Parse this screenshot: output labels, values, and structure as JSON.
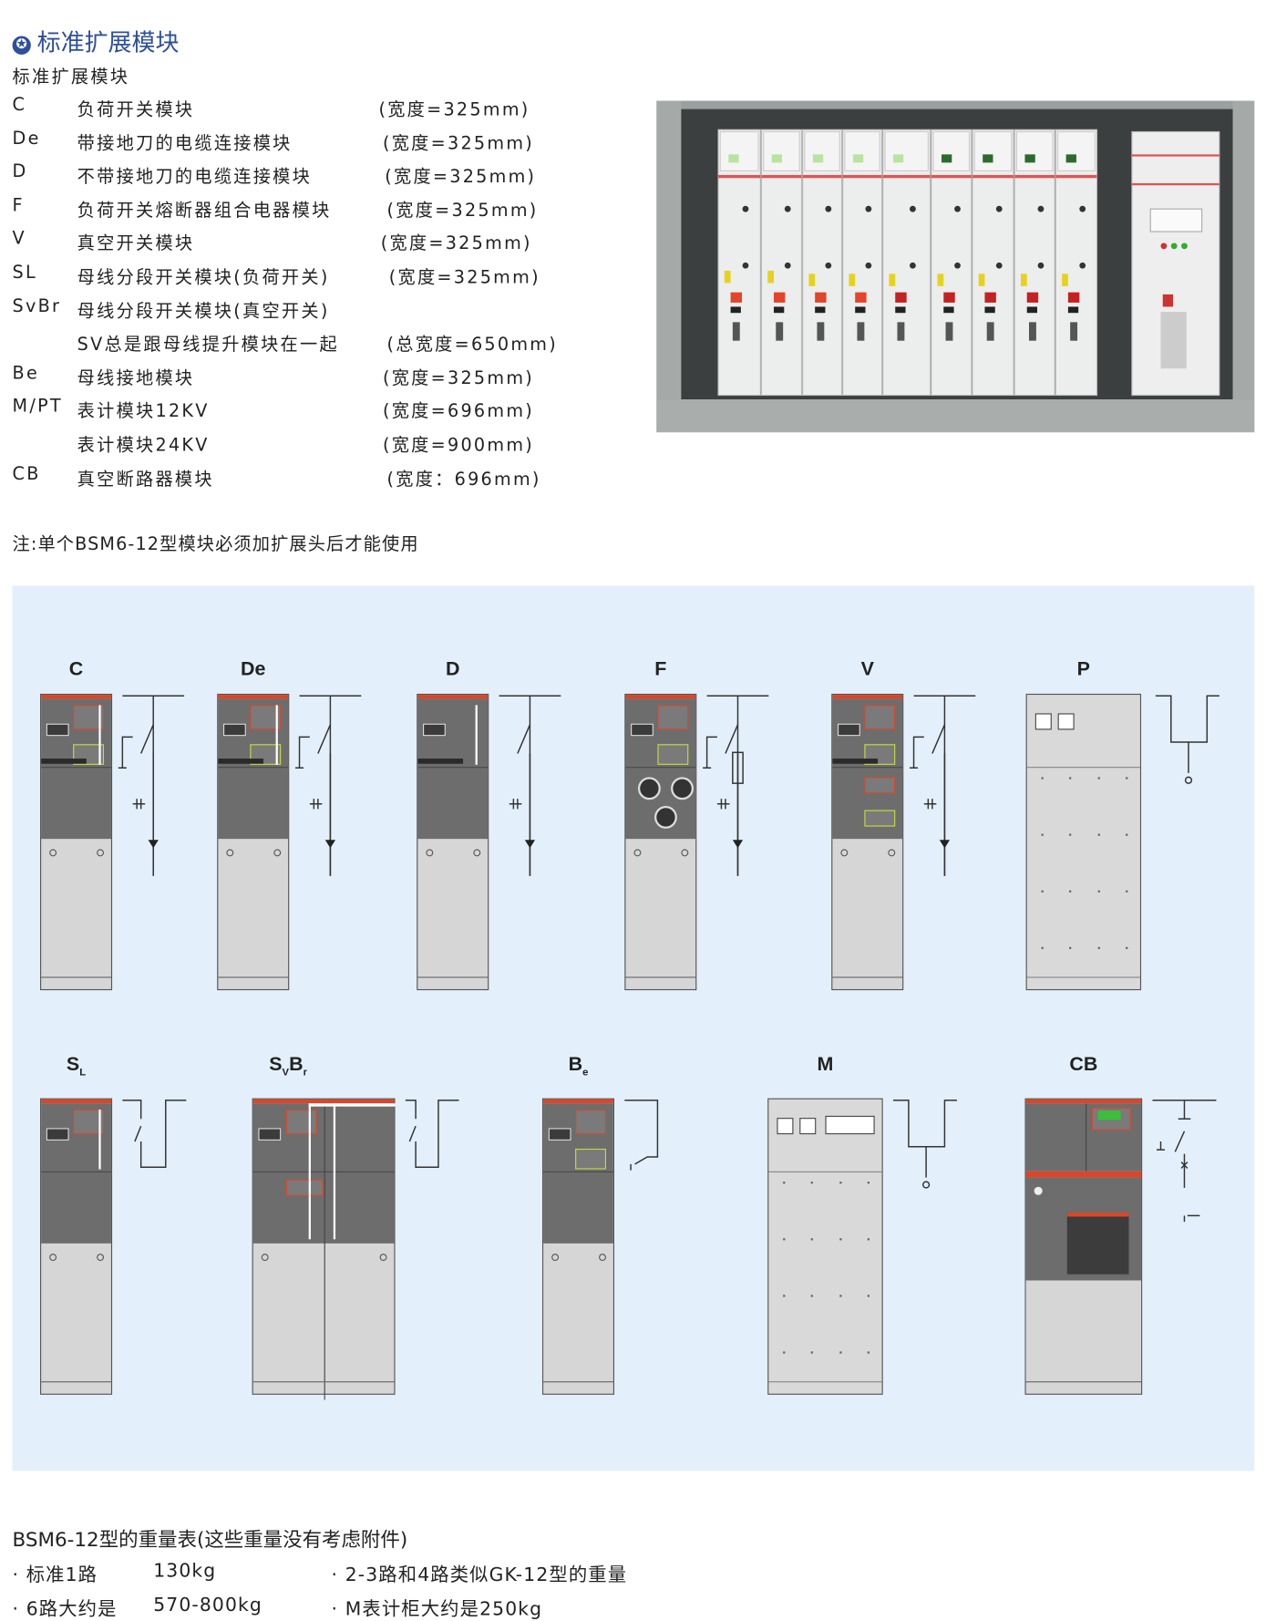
{
  "header": {
    "icon": "star-circle-icon",
    "title": "标准扩展模块",
    "subtitle": "标准扩展模块"
  },
  "modules": [
    {
      "code": "C",
      "desc": "负荷开关模块",
      "width": "(宽度=325mm)"
    },
    {
      "code": "De",
      "desc": "带接地刀的电缆连接模块",
      "width": "(宽度=325mm)"
    },
    {
      "code": "D",
      "desc": "不带接地刀的电缆连接模块",
      "width": "(宽度=325mm)"
    },
    {
      "code": "F",
      "desc": "负荷开关熔断器组合电器模块",
      "width": "(宽度=325mm)"
    },
    {
      "code": "V",
      "desc": "真空开关模块",
      "width": "(宽度=325mm)"
    },
    {
      "code": "SL",
      "desc": "母线分段开关模块(负荷开关)",
      "width": "(宽度=325mm)"
    },
    {
      "code": "SvBr",
      "desc": "母线分段开关模块(真空开关)",
      "width": ""
    },
    {
      "code": "",
      "desc": "SV总是跟母线提升模块在一起",
      "width": "(总宽度=650mm)"
    },
    {
      "code": "Be",
      "desc": "母线接地模块",
      "width": "(宽度=325mm)"
    },
    {
      "code": "M/PT",
      "desc": "表计模块12KV",
      "width": "(宽度=696mm)"
    },
    {
      "code": "",
      "desc": "表计模块24KV",
      "width": "(宽度=900mm)"
    },
    {
      "code": "CB",
      "desc": "真空断路器模块",
      "width": "(宽度：696mm)"
    }
  ],
  "note": "注:单个BSM6-12型模块必须加扩展头后才能使用",
  "diagram": {
    "row1": [
      {
        "label": [
          [
            "C",
            ""
          ]
        ],
        "type": "C"
      },
      {
        "label": [
          [
            "De",
            ""
          ]
        ],
        "type": "De"
      },
      {
        "label": [
          [
            "D",
            ""
          ]
        ],
        "type": "D"
      },
      {
        "label": [
          [
            "F",
            ""
          ]
        ],
        "type": "F"
      },
      {
        "label": [
          [
            "V",
            ""
          ]
        ],
        "type": "V"
      },
      {
        "label": [
          [
            "P",
            ""
          ]
        ],
        "type": "P"
      }
    ],
    "row2": [
      {
        "label": [
          [
            "S",
            "L"
          ]
        ],
        "type": "SL"
      },
      {
        "label": [
          [
            "S",
            "V"
          ],
          [
            "B",
            "r"
          ]
        ],
        "type": "SvBr"
      },
      {
        "label": [
          [
            "B",
            "e"
          ]
        ],
        "type": "Be"
      },
      {
        "label": [
          [
            "M",
            ""
          ]
        ],
        "type": "M"
      },
      {
        "label": [
          [
            "CB",
            ""
          ]
        ],
        "type": "CB"
      }
    ]
  },
  "weights": {
    "title": "BSM6-12型的重量表(这些重量没有考虑附件)",
    "items": [
      {
        "label": "· 标准1路",
        "value": "130kg"
      },
      {
        "label": "· 2-3路和4路类似GK-12型的重量",
        "value": ""
      },
      {
        "label": "· 6路大约是",
        "value": "570-800kg"
      },
      {
        "label": "· M表计柜大约是250kg",
        "value": ""
      }
    ]
  },
  "colors": {
    "accent": "#2e4f9a",
    "panel_bg": "#e3f0fb",
    "cabinet_dark": "#6d6d6d",
    "cabinet_light": "#d6d6d6",
    "strip": "#d9462a"
  }
}
